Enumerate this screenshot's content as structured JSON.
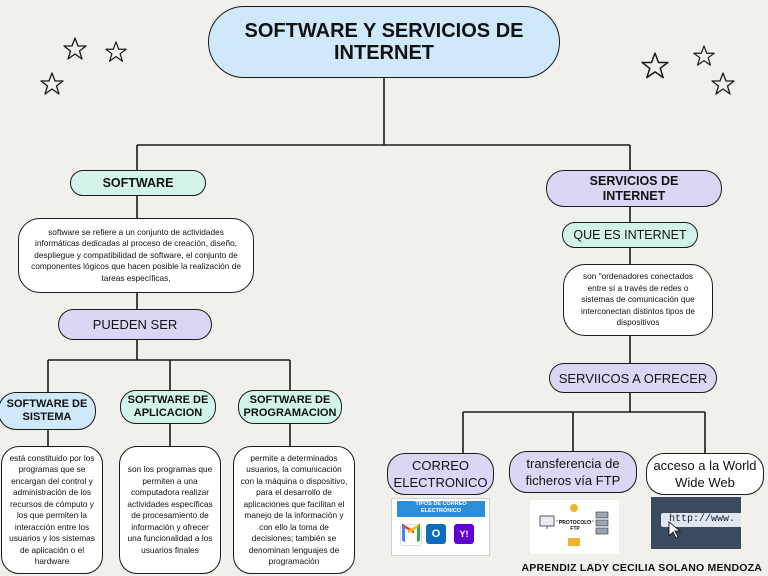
{
  "title": "SOFTWARE Y SERVICIOS DE INTERNET",
  "software": {
    "label": "SOFTWARE",
    "description": "software se refiere a un conjunto de actividades informáticas dedicadas al proceso de creación, diseño, despliegue y compatibilidad de software, el conjunto de componentes lógicos que hacen posible la realización de tareas específicas,",
    "pueden_ser": "PUEDEN SER",
    "types": [
      {
        "label": "SOFTWARE DE SISTEMA",
        "description": "está constituido por los programas que se encargan del control y administración de los recursos de cómputo y los que permiten la interacción entre los usuarios y los sistemas de aplicación o el hardware"
      },
      {
        "label": "SOFTWARE DE APLICACION",
        "description": "son los programas que permiten a una computadora realizar actividades específicas de procesamiento de información y ofrecer una funcionalidad a los usuarios finales"
      },
      {
        "label": "SOFTWARE DE PROGRAMACION",
        "description": "permite a determinados usuarios, la comunicación con la máquina o dispositivo, para el desarrollo de aplicaciones que facilitan el manejo de la información y con ello la toma de decisiones; también se denominan lenguajes de programación"
      }
    ]
  },
  "internet": {
    "label": "SERVICIOS DE INTERNET",
    "que_es": "QUE ES INTERNET",
    "description": "son \"ordenadores conectados entre sí a través de redes o sistemas de comunicación que interconectan distintos tipos de dispositivos",
    "servicios_label": "SERVIICOS A OFRECER",
    "services": [
      {
        "label": "CORREO ELECTRONICO"
      },
      {
        "label": "transferencia de ficheros vía FTP"
      },
      {
        "label": "acceso a la World Wide Web"
      }
    ],
    "email_image": {
      "caption": "TIPOS DE CORREO ELECTRÓNICO",
      "outlook_letter": "O",
      "yahoo_letter": "Y!"
    },
    "ftp_image": {
      "caption": "PROTOCOLO FTP"
    },
    "www_image": {
      "url_text": "http://www."
    }
  },
  "footer": "APRENDIZ LADY CECILIA SOLANO MENDOZA"
}
